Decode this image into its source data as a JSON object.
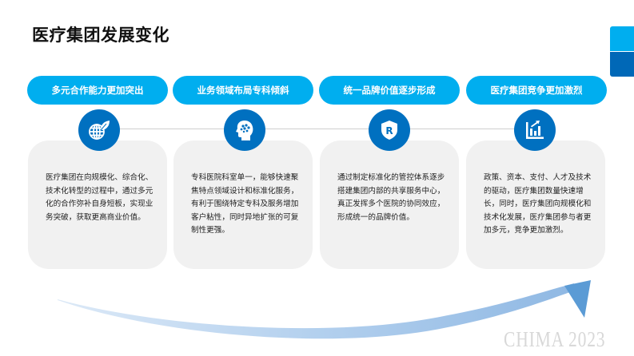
{
  "title": "医疗集团发展变化",
  "colors": {
    "pill": "#00AEEF",
    "icon_circle": "#0070C0",
    "card_bg": "#F1F1F1",
    "corner_light": "#00AEEF",
    "corner_dark": "#0068B7",
    "arrow": "#5B9BD5"
  },
  "columns": [
    {
      "heading": "多元合作能力更加突出",
      "icon": "globe-leaf-icon",
      "body": "医疗集团在向规模化、综合化、技术化转型的过程中，通过多元化的合作弥补自身短板，实现业务突破，获取更高商业价值。"
    },
    {
      "heading": "业务领域布局专科倾斜",
      "icon": "head-brain-icon",
      "body": "专科医院科室单一，能够快速聚焦特点领域设计和标准化服务，有利于围绕特定专科及服务增加客户粘性，同时异地扩张的可复制性更强。"
    },
    {
      "heading": "统一品牌价值逐步形成",
      "icon": "registered-shield-icon",
      "body": "通过制定标准化的管控体系逐步搭建集团内部的共享服务中心，真正发挥多个医院的协同效应，形成统一的品牌价值。"
    },
    {
      "heading": "医疗集团竞争更加激烈",
      "icon": "growth-chart-icon",
      "body": "政策、资本、支付、人才及技术的驱动，医疗集团数量快速增长，同时，医疗集团向规模化和技术化发展，医疗集团参与者更加多元，竞争更加激烈。"
    }
  ],
  "watermark": "CHIMA 2023"
}
